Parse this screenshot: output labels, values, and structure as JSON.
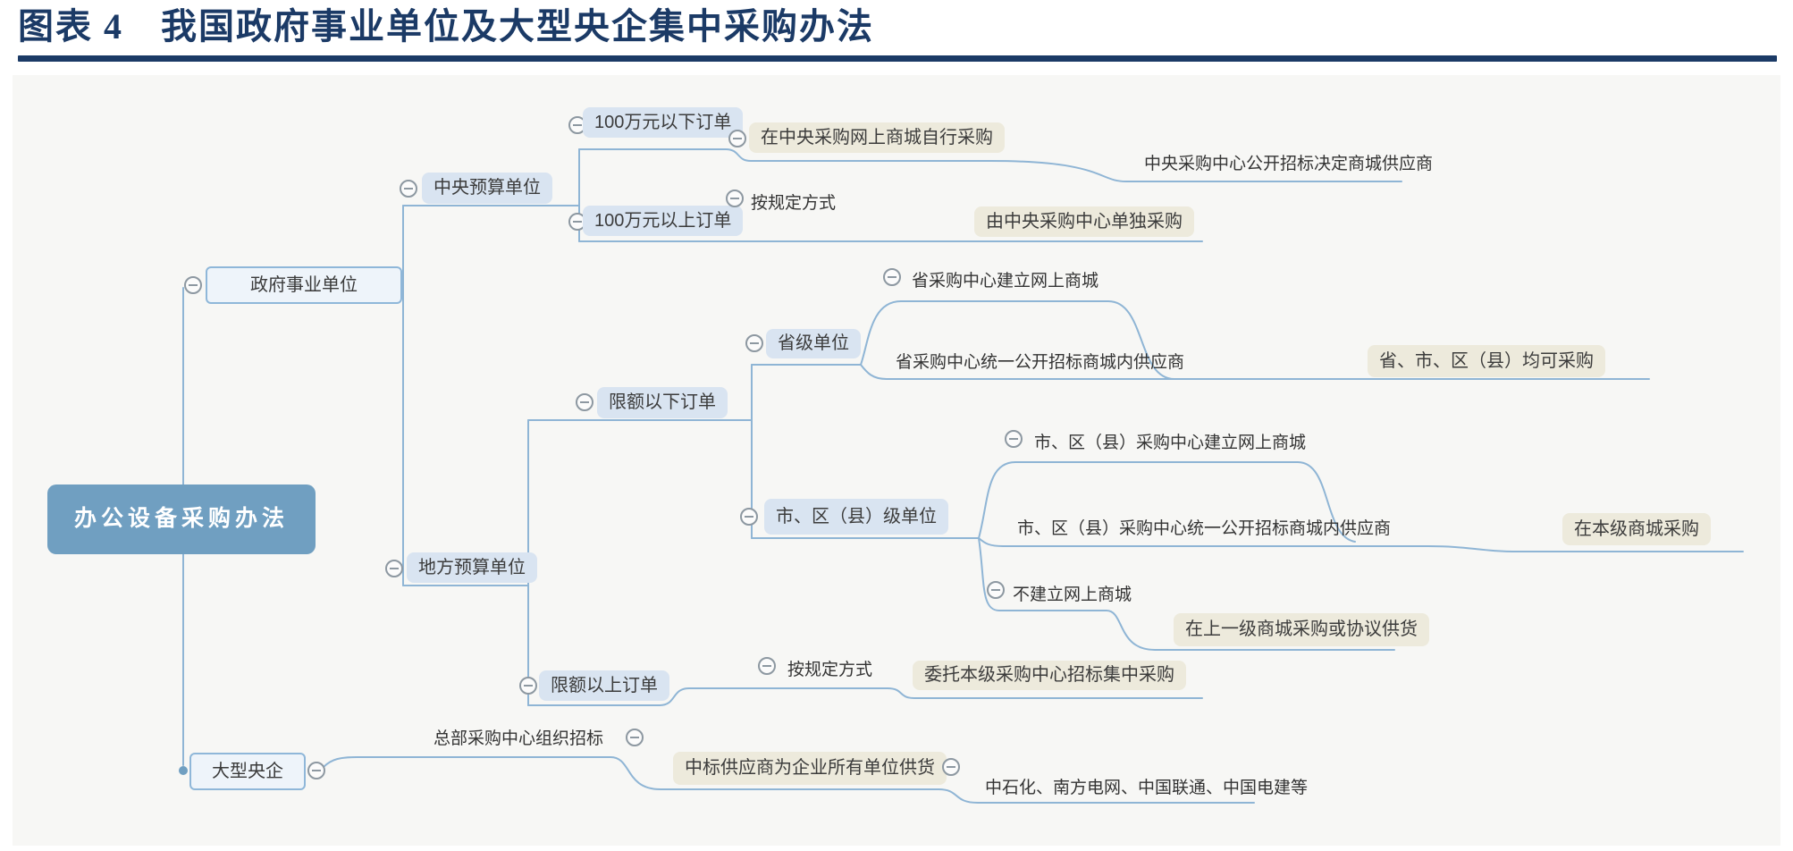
{
  "title": "图表 4　我国政府事业单位及大型央企集中采购办法",
  "colors": {
    "title": "#1b3a66",
    "root_fill": "#709fc1",
    "pill_fill": "#d9e4f1",
    "tag_fill": "#edeadc",
    "frame_border": "#8fb7d9",
    "connector_line": "#8fb5d5",
    "canvas_bg": "#f7f7f5"
  },
  "icons": {
    "collapse": "minus-circle"
  },
  "mindmap": {
    "root": "办公设备采购办法",
    "government": {
      "label": "政府事业单位",
      "central_budget": {
        "label": "中央预算单位",
        "below_1m": {
          "label": "100万元以下订单",
          "self_purchase": "在中央采购网上商城自行采购",
          "note": "中央采购中心公开招标决定商城供应商"
        },
        "above_1m": {
          "label": "100万元以上订单",
          "method": "按规定方式",
          "result": "由中央采购中心单独采购"
        }
      },
      "local_budget": {
        "label": "地方预算单位",
        "below_quota": {
          "label": "限额以下订单",
          "province": {
            "label": "省级单位",
            "build_mall": "省采购中心建立网上商城",
            "tender": "省采购中心统一公开招标商城内供应商",
            "result": "省、市、区（县）均可采购"
          },
          "city_county": {
            "label": "市、区（县）级单位",
            "build_mall": "市、区（县）采购中心建立网上商城",
            "tender": "市、区（县）采购中心统一公开招标商城内供应商",
            "result": "在本级商城采购",
            "no_mall": "不建立网上商城",
            "no_mall_result": "在上一级商城采购或协议供货"
          }
        },
        "above_quota": {
          "label": "限额以上订单",
          "method": "按规定方式",
          "result": "委托本级采购中心招标集中采购"
        }
      }
    },
    "central_soe": {
      "label": "大型央企",
      "hq_tender": "总部采购中心组织招标",
      "winner_supply": "中标供应商为企业所有单位供货",
      "examples": "中石化、南方电网、中国联通、中国电建等"
    }
  }
}
